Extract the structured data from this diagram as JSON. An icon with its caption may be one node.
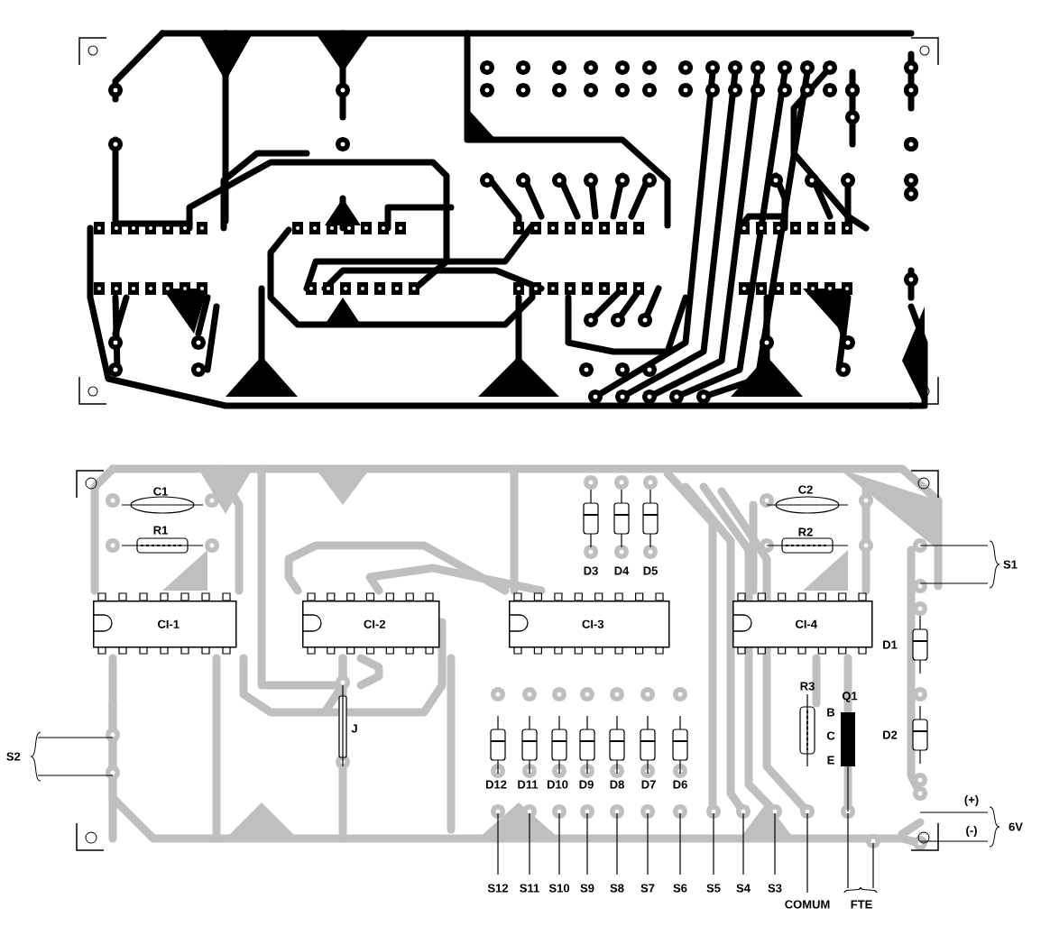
{
  "diagram": {
    "nodes": [
      {
        "text": [
          "CI-1"
        ]
      },
      {
        "text": [
          "CI-2"
        ]
      },
      {
        "text": [
          "CI-3"
        ]
      },
      {
        "text": [
          "CI-4"
        ]
      }
    ],
    "labels": [
      "C1",
      "R1",
      "C2",
      "R2",
      "D3",
      "D4",
      "D5",
      "S1",
      "J",
      "R3",
      "Q1",
      "B",
      "D1",
      "S2",
      "C",
      "D2",
      "E",
      "D12",
      "D11",
      "D10",
      "D9",
      "D8",
      "D7",
      "D6",
      "(+)",
      "6V",
      "(-)",
      "S12",
      "S11",
      "S10",
      "S9",
      "S8",
      "S7",
      "S6",
      "S5",
      "S4",
      "S3",
      "COMUM",
      "FTE"
    ]
  }
}
